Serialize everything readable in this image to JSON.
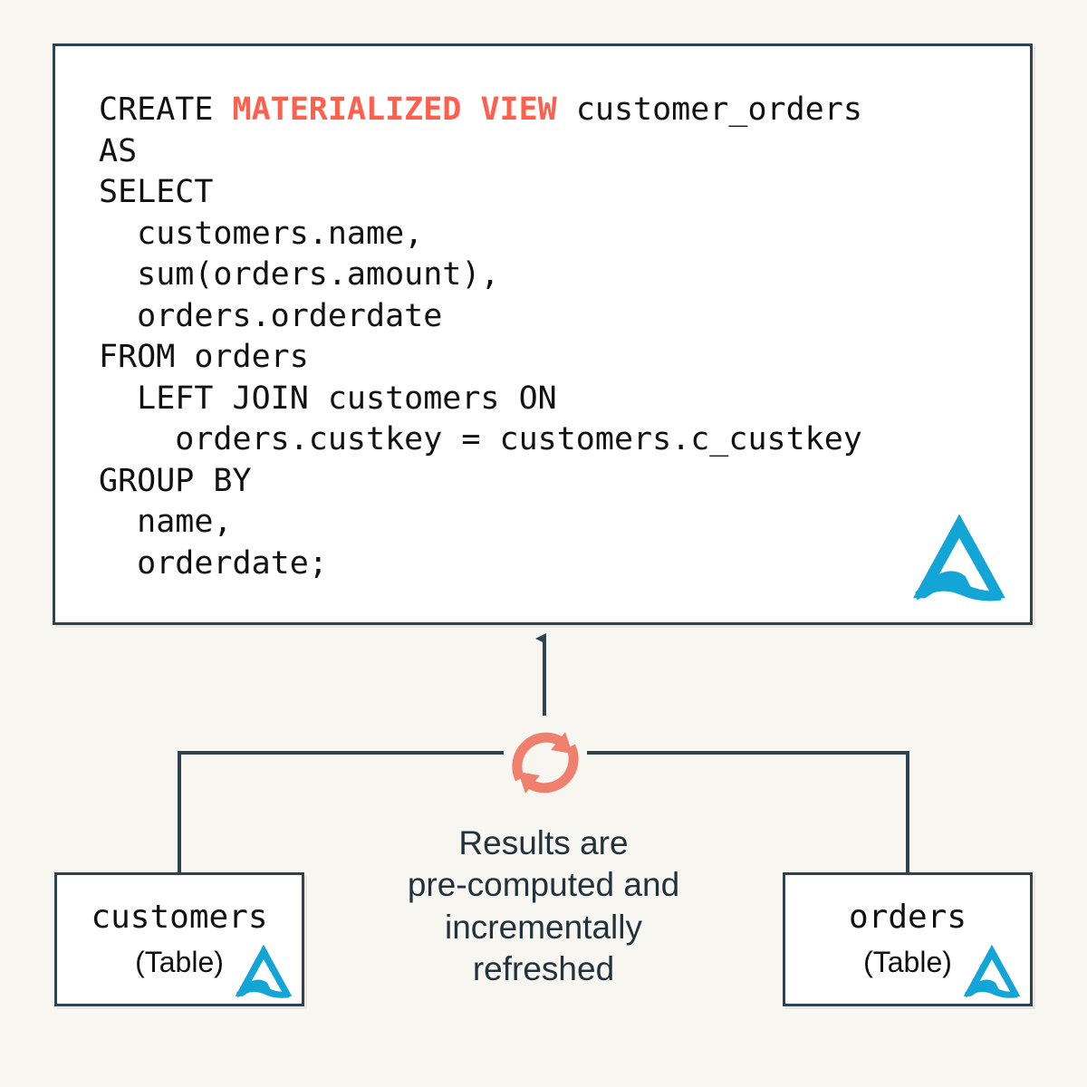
{
  "theme": {
    "background": "#f8f6f1",
    "panel_background": "#ffffff",
    "border": "#2e4250",
    "accent_keyword": "#ff5f4d",
    "accent_refresh": "#f0806e",
    "logo": "#12a5d6",
    "text": "#111111",
    "caption_text": "#22323c"
  },
  "sql_panel": {
    "name": "materialized-view-definition",
    "logo_icon": "materialize-triangle-wave-logo",
    "highlighted_keyword": "MATERIALIZED VIEW",
    "lines": [
      "CREATE ",
      "MATERIALIZED VIEW",
      " customer_orders\nAS\nSELECT\n  customers.name,\n  sum(orders.amount),\n  orders.orderdate\nFROM orders\n  LEFT JOIN customers ON\n    orders.custkey = customers.c_custkey\nGROUP BY\n  name,\n  orderdate;"
    ],
    "prefix": "CREATE ",
    "suffix": " customer_orders\nAS\nSELECT\n  customers.name,\n  sum(orders.amount),\n  orders.orderdate\nFROM orders\n  LEFT JOIN customers ON\n    orders.custkey = customers.c_custkey\nGROUP BY\n  name,\n  orderdate;",
    "full_text": "CREATE MATERIALIZED VIEW customer_orders\nAS\nSELECT\n  customers.name,\n  sum(orders.amount),\n  orders.orderdate\nFROM orders\n  LEFT JOIN customers ON\n    orders.custkey = customers.c_custkey\nGROUP BY\n  name,\n  orderdate;"
  },
  "refresh": {
    "icon": "refresh-cycle-icon",
    "color": "#f0806e"
  },
  "caption": {
    "lines": [
      "Results are",
      "pre-computed and",
      "incrementally",
      "refreshed"
    ]
  },
  "tables": [
    {
      "name": "customers",
      "kind": "(Table)",
      "logo_icon": "materialize-triangle-wave-logo"
    },
    {
      "name": "orders",
      "kind": "(Table)",
      "logo_icon": "materialize-triangle-wave-logo"
    }
  ],
  "connectors": {
    "arrow_up_label": "feeds-into-view-arrow",
    "branch_left_label": "customers-to-refresh-connector",
    "branch_right_label": "orders-to-refresh-connector"
  }
}
